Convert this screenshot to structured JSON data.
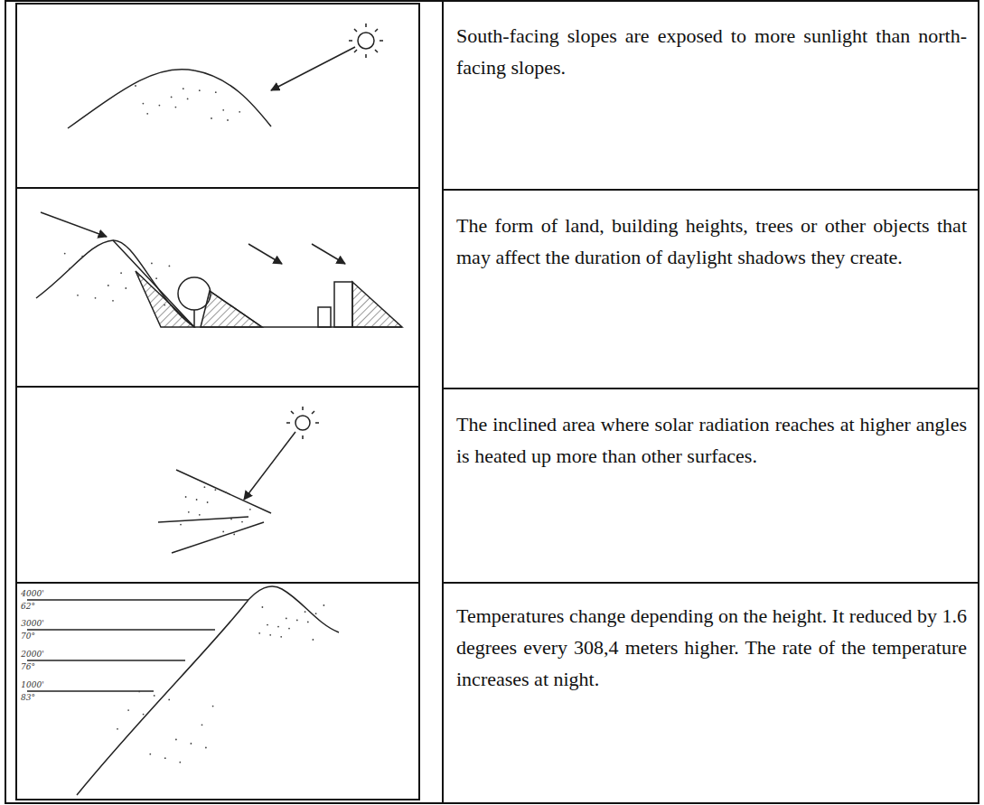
{
  "diagram": {
    "labels": [
      "South-facing slopes are exposed to more sunlight than north-facing slopes.",
      "The form of land, building heights, trees or other objects that may affect the duration of daylight shadows they create.",
      "The inclined area where solar radiation reaches at higher angles is heated up more than other surfaces.",
      "Temperatures change depending on the height. It reduced by 1.6 degrees every 308,4 meters higher. The rate of the temperature increases at night.",
      "4000'",
      "62°",
      "3000'",
      "70°",
      "2000'",
      "76°",
      "1000'",
      "83°"
    ]
  }
}
